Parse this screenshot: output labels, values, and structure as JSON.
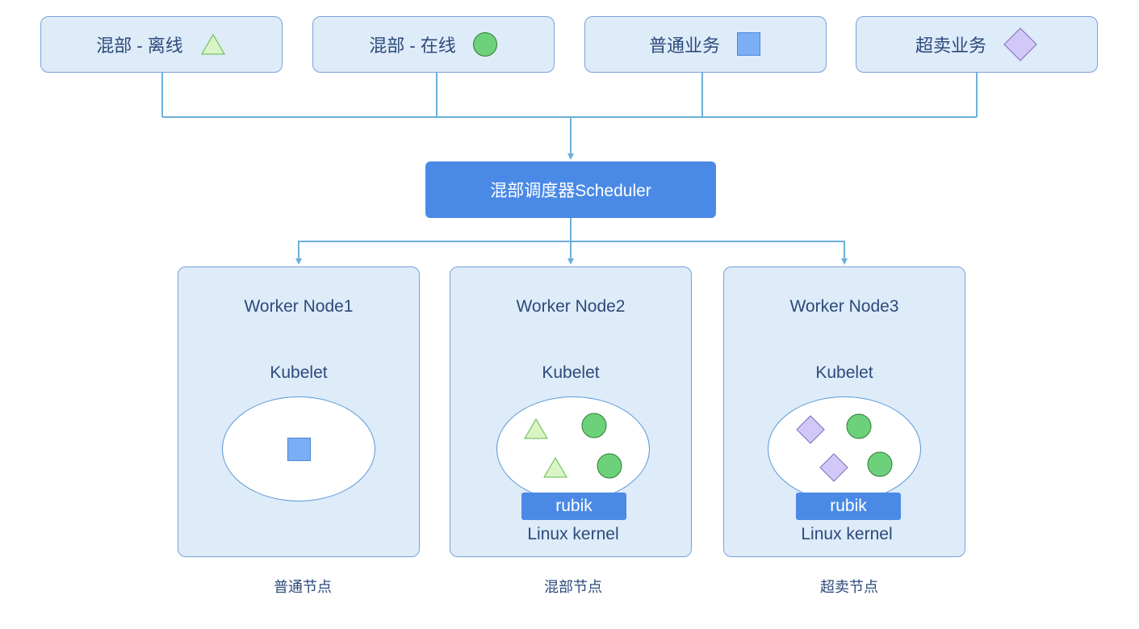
{
  "workload_types": [
    {
      "label": "混部 - 离线",
      "icon": "triangle-icon"
    },
    {
      "label": "混部 - 在线",
      "icon": "circle-icon"
    },
    {
      "label": "普通业务",
      "icon": "square-icon"
    },
    {
      "label": "超卖业务",
      "icon": "diamond-icon"
    }
  ],
  "scheduler": {
    "label": "混部调度器Scheduler"
  },
  "nodes": [
    {
      "title": "Worker Node1",
      "kubelet": "Kubelet",
      "category": "普通节点"
    },
    {
      "title": "Worker Node2",
      "kubelet": "Kubelet",
      "rubik": "rubik",
      "kernel": "Linux kernel",
      "category": "混部节点"
    },
    {
      "title": "Worker Node3",
      "kubelet": "Kubelet",
      "rubik": "rubik",
      "kernel": "Linux kernel",
      "category": "超卖节点"
    }
  ],
  "colors": {
    "box_fill": "#deebf9",
    "box_border": "#7aa3d6",
    "scheduler_fill": "#4a8ae6",
    "connector": "#6cb0dc",
    "text": "#2c4a7a",
    "triangle_fill": "#d9f5c5",
    "triangle_stroke": "#5fb94a",
    "circle_fill": "#6dd07a",
    "circle_stroke": "#2d7d32",
    "square_fill": "#7aaef5",
    "square_stroke": "#4f86d6",
    "diamond_fill": "#d2c8f7",
    "diamond_stroke": "#7e6fb8"
  }
}
